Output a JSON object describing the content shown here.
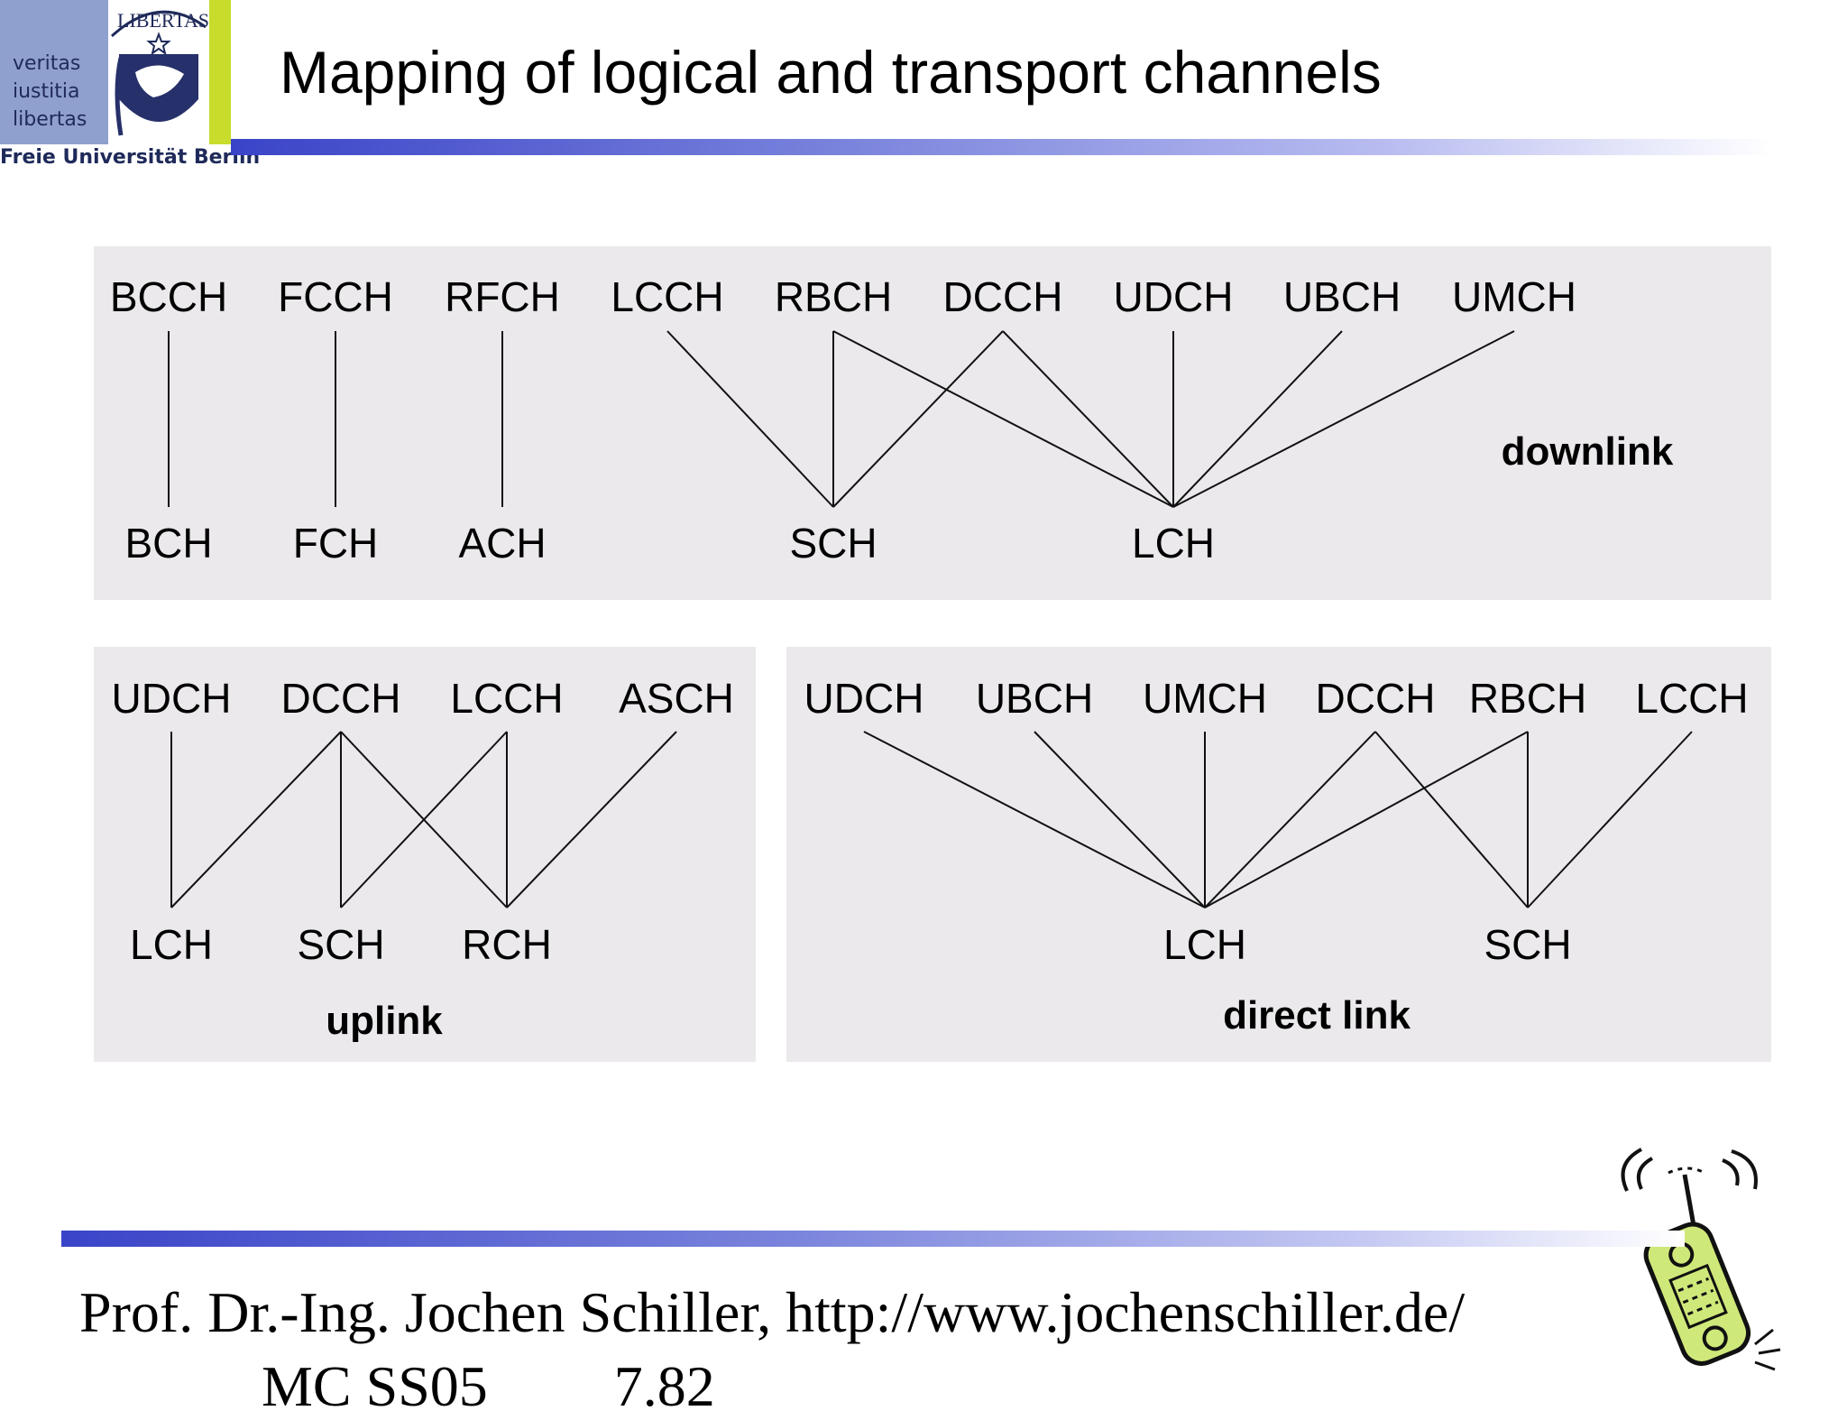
{
  "title": "Mapping of logical and transport channels",
  "logo": {
    "motto": [
      "veritas",
      "iustitia",
      "libertas"
    ],
    "seal_text": "LIBERTAS",
    "university": "Freie Universität Berlin"
  },
  "footer": {
    "author": "Prof. Dr.-Ing. Jochen Schiller, http://www.jochenschiller.de/",
    "course": "MC SS05",
    "page": "7.82"
  },
  "panels": {
    "downlink": {
      "label": "downlink",
      "logical": [
        "BCCH",
        "FCCH",
        "RFCH",
        "LCCH",
        "RBCH",
        "DCCH",
        "UDCH",
        "UBCH",
        "UMCH"
      ],
      "transport": [
        "BCH",
        "FCH",
        "ACH",
        "SCH",
        "LCH"
      ],
      "links": [
        [
          "BCCH",
          "BCH"
        ],
        [
          "FCCH",
          "FCH"
        ],
        [
          "RFCH",
          "ACH"
        ],
        [
          "LCCH",
          "SCH"
        ],
        [
          "RBCH",
          "SCH"
        ],
        [
          "RBCH",
          "LCH"
        ],
        [
          "DCCH",
          "SCH"
        ],
        [
          "DCCH",
          "LCH"
        ],
        [
          "UDCH",
          "LCH"
        ],
        [
          "UBCH",
          "LCH"
        ],
        [
          "UMCH",
          "LCH"
        ]
      ]
    },
    "uplink": {
      "label": "uplink",
      "logical": [
        "UDCH",
        "DCCH",
        "LCCH",
        "ASCH"
      ],
      "transport": [
        "LCH",
        "SCH",
        "RCH"
      ],
      "links": [
        [
          "UDCH",
          "LCH"
        ],
        [
          "DCCH",
          "LCH"
        ],
        [
          "DCCH",
          "SCH"
        ],
        [
          "DCCH",
          "RCH"
        ],
        [
          "LCCH",
          "SCH"
        ],
        [
          "LCCH",
          "RCH"
        ],
        [
          "ASCH",
          "RCH"
        ]
      ]
    },
    "direct": {
      "label": "direct link",
      "logical": [
        "UDCH",
        "UBCH",
        "UMCH",
        "DCCH",
        "RBCH",
        "LCCH"
      ],
      "transport": [
        "LCH",
        "SCH"
      ],
      "links": [
        [
          "UDCH",
          "LCH"
        ],
        [
          "UBCH",
          "LCH"
        ],
        [
          "UMCH",
          "LCH"
        ],
        [
          "DCCH",
          "LCH"
        ],
        [
          "DCCH",
          "SCH"
        ],
        [
          "RBCH",
          "LCH"
        ],
        [
          "RBCH",
          "SCH"
        ],
        [
          "LCCH",
          "SCH"
        ]
      ]
    }
  },
  "colors": {
    "panel": "#ebe9ec",
    "line": "#111111",
    "accent_blue": "#3a44c8",
    "logo_green": "#c8dc2c",
    "phone_green": "#cfe87a"
  },
  "icons": {
    "phone": "mobile-phone-icon"
  }
}
